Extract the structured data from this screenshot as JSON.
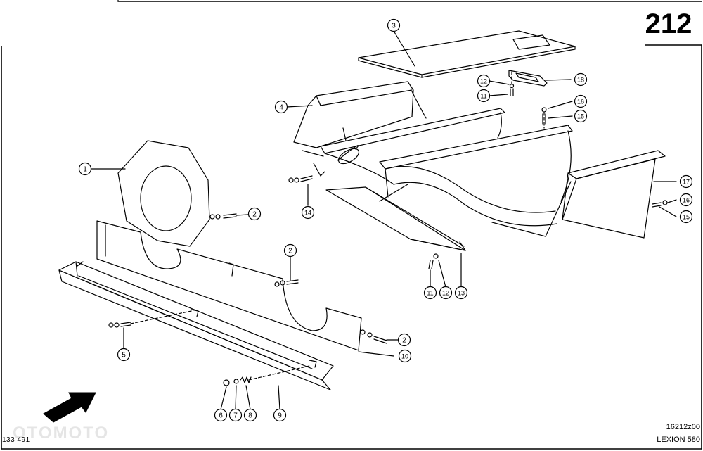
{
  "page_number": "212",
  "drawing_code": "16212z00",
  "model": "LEXION 580",
  "sheet_code": "133 491",
  "watermark": "OTOMOTO",
  "callouts": [
    "1",
    "2",
    "2",
    "2",
    "3",
    "4",
    "5",
    "6",
    "7",
    "8",
    "9",
    "10",
    "11",
    "11",
    "12",
    "12",
    "13",
    "14",
    "15",
    "15",
    "16",
    "16",
    "17",
    "18"
  ]
}
